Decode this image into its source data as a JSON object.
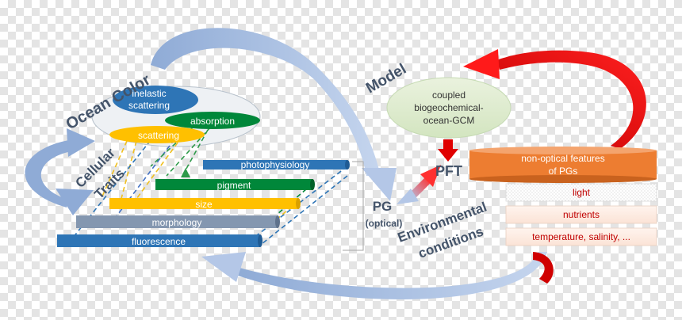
{
  "labels": {
    "ocean_color": "Ocean Color",
    "model": "Model",
    "cellular": "Cellular",
    "traits": "Traits",
    "pg": "PG",
    "pg_sub": "(optical)",
    "pft": "PFT",
    "environmental": "Environmental",
    "conditions": "conditions"
  },
  "ocean_color_ellipses": {
    "inelastic_1": "inelastic",
    "inelastic_2": "scattering",
    "absorption": "absorption",
    "scattering": "scattering"
  },
  "cellular_layers": {
    "photophysiology": "photophysiology",
    "pigment": "pigment",
    "size": "size",
    "morphology": "morphology",
    "fluorescence": "fluorescence"
  },
  "model_box": {
    "line1": "coupled",
    "line2": "biogeochemical-",
    "line3": "ocean-GCM"
  },
  "features_box": {
    "line1": "non-optical features",
    "line2": "of PGs"
  },
  "env_layers": {
    "light": "light",
    "nutrients": "nutrients",
    "temperature": "temperature, salinity, ..."
  },
  "colors": {
    "navy_text": "#44546a",
    "blue_layer": "#2e75b6",
    "green_layer": "#00873a",
    "yellow_layer": "#ffc000",
    "gray_layer": "#8497b0",
    "orange_box": "#ed7d31",
    "red_arrow": "#e00000",
    "pale_blue_arrow": "#b4c7e7"
  }
}
